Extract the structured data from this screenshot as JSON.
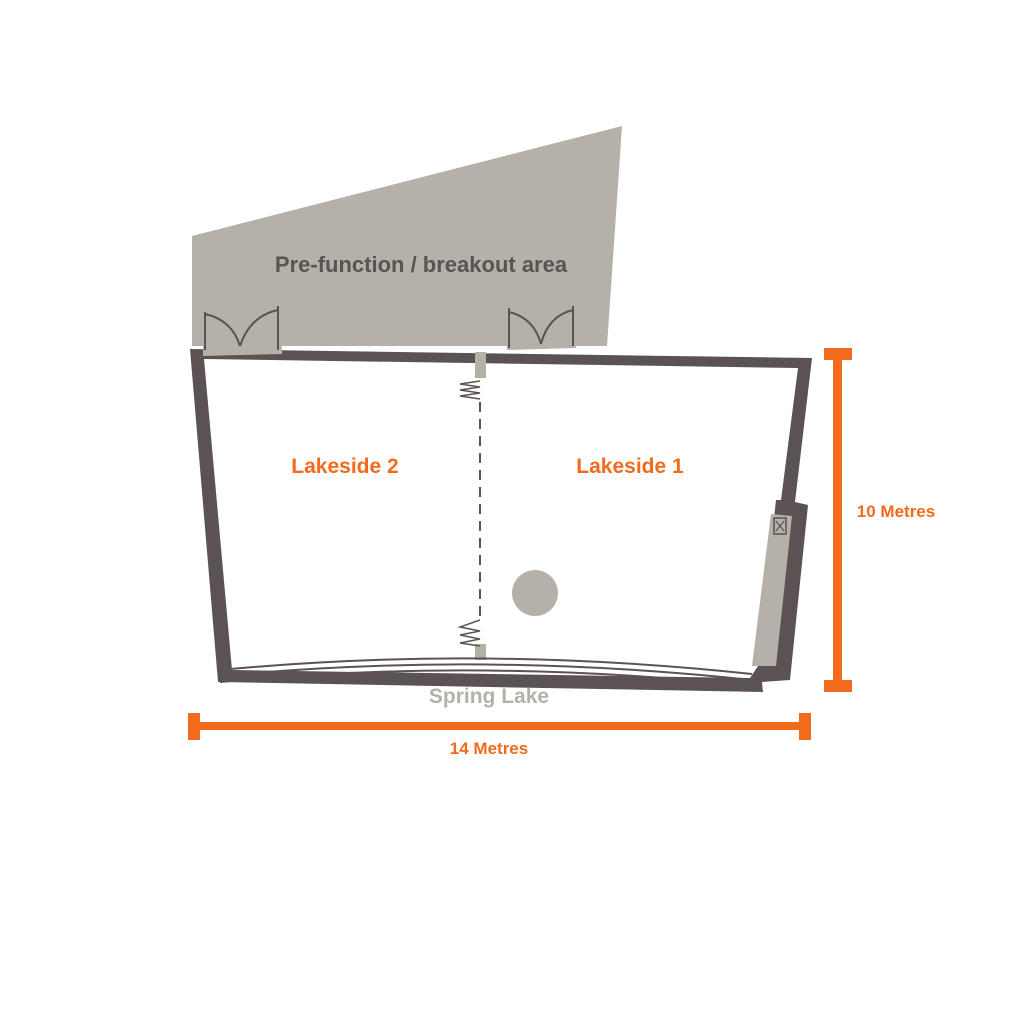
{
  "labels": {
    "prefunction": "Pre-function / breakout area",
    "room_left": "Lakeside 2",
    "room_right": "Lakeside 1",
    "lake": "Spring Lake",
    "height_dim": "10 Metres",
    "width_dim": "14 Metres"
  },
  "colors": {
    "wall": "#5b5353",
    "area_fill": "#b5b1a9",
    "accent": "#f26a1b",
    "lake_text": "#b5b1a9",
    "room_fill": "#ffffff"
  }
}
